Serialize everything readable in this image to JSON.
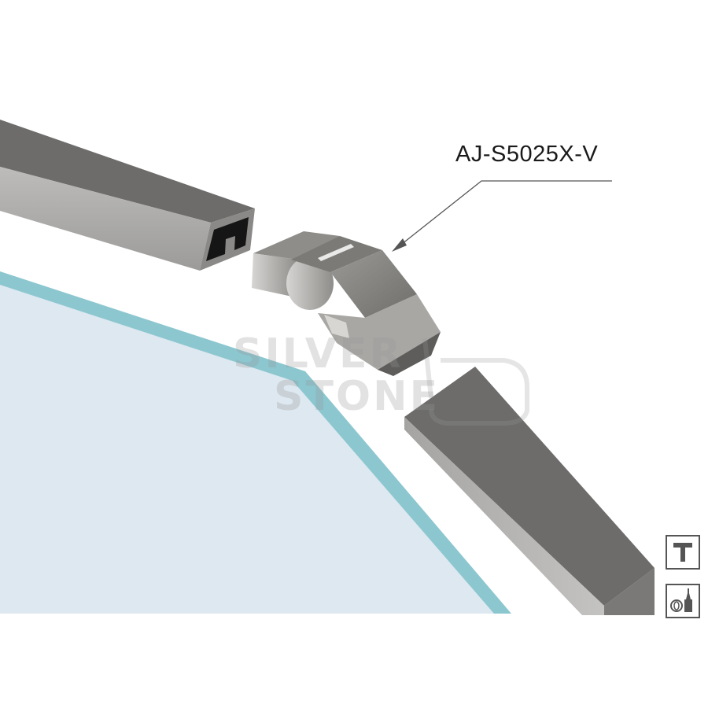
{
  "label": {
    "part_code": "AJ-S5025X-V"
  },
  "watermark": {
    "line1": "SILVER",
    "line2": "STONE"
  },
  "icons": {
    "tool": "t-handle-tool-icon",
    "glue": "glue-tube-icon"
  },
  "colors": {
    "tube_top": "#6d6c6b",
    "tube_side": "#a9a8a6",
    "glass_fill": "#dde8f0",
    "glass_edge": "#8cc7d0",
    "connector": "#888784"
  }
}
